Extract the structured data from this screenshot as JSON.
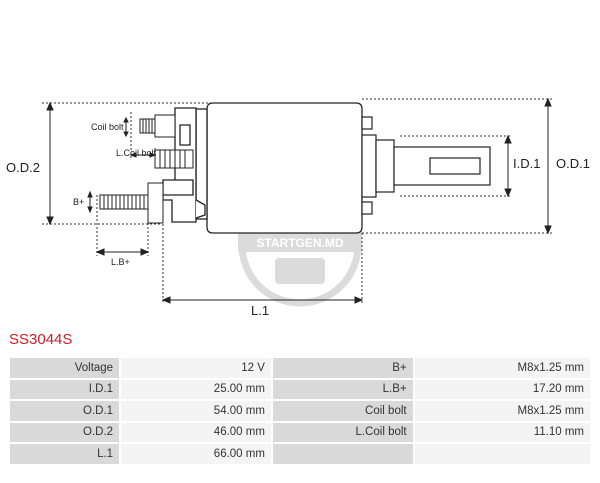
{
  "diagram": {
    "labels": {
      "od2": "O.D.2",
      "od1": "O.D.1",
      "id1": "I.D.1",
      "l1": "L.1",
      "bplus": "B+",
      "lbplus": "L.B+",
      "coil_bolt": "Coil bolt",
      "lcoil_bolt": "L.Coil bolt"
    },
    "watermark": "STARTGEN.MD"
  },
  "part_code": "SS3044S",
  "specs": {
    "rows": [
      {
        "l1": "Voltage",
        "v1": "12 V",
        "l2": "B+",
        "v2": "M8x1.25 mm"
      },
      {
        "l1": "I.D.1",
        "v1": "25.00 mm",
        "l2": "L.B+",
        "v2": "17.20 mm"
      },
      {
        "l1": "O.D.1",
        "v1": "54.00 mm",
        "l2": "Coil bolt",
        "v2": "M8x1.25 mm"
      },
      {
        "l1": "O.D.2",
        "v1": "46.00 mm",
        "l2": "L.Coil bolt",
        "v2": "11.10 mm"
      },
      {
        "l1": "L.1",
        "v1": "66.00 mm",
        "l2": "",
        "v2": ""
      }
    ]
  }
}
